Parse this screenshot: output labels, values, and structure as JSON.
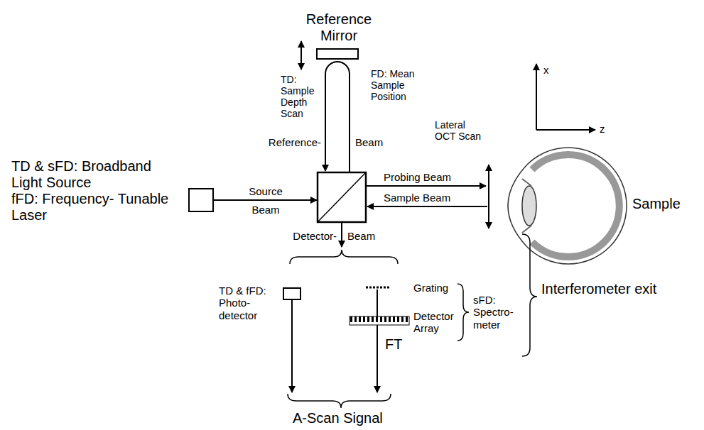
{
  "diagram": {
    "nodes": [
      {
        "text": [
          "TD & sFD: Broadband Light Source",
          "fFD: Frequency- Tunable Laser"
        ]
      },
      {
        "text": [
          "Reference Mirror"
        ]
      },
      {
        "text": [
          "TD & fFD: Photo- detector"
        ]
      }
    ],
    "labels": [
      "TD: Sample Depth Scan",
      "FD: Mean Sample Position",
      "Reference-",
      "Beam",
      "x",
      "z",
      "Lateral OCT Scan",
      "Source",
      "Beam",
      "Probing Beam",
      "Sample Beam",
      "Sample",
      "Detector-",
      "Beam",
      "Grating",
      "Detector Array",
      "sFD: Spectro- meter",
      "Interferometer exit",
      "FT",
      "A-Scan Signal"
    ]
  }
}
